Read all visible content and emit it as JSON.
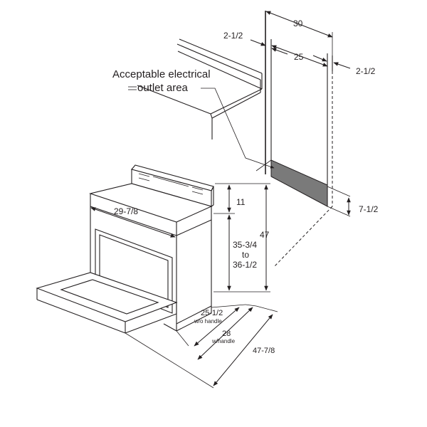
{
  "labels": {
    "callout_line1": "Acceptable electrical",
    "callout_line2": "outlet area",
    "dim_30": "30",
    "dim_25": "25",
    "dim_2half_left": "2-1/2",
    "dim_2half_right": "2-1/2",
    "dim_7half": "7-1/2",
    "dim_11": "11",
    "dim_47": "47",
    "dim_29_7_8": "29-7/8",
    "dim_height_top": "35-3/4",
    "dim_height_mid": "to",
    "dim_height_bot": "36-1/2",
    "dim_25half": "25-1/2",
    "dim_25half_note": "w/o handle",
    "dim_28": "28",
    "dim_28_note": "w/handle",
    "dim_47_7_8": "47-7/8"
  },
  "colors": {
    "line": "#231f20",
    "outlet_area": "#7a7a7a",
    "background": "#ffffff"
  }
}
